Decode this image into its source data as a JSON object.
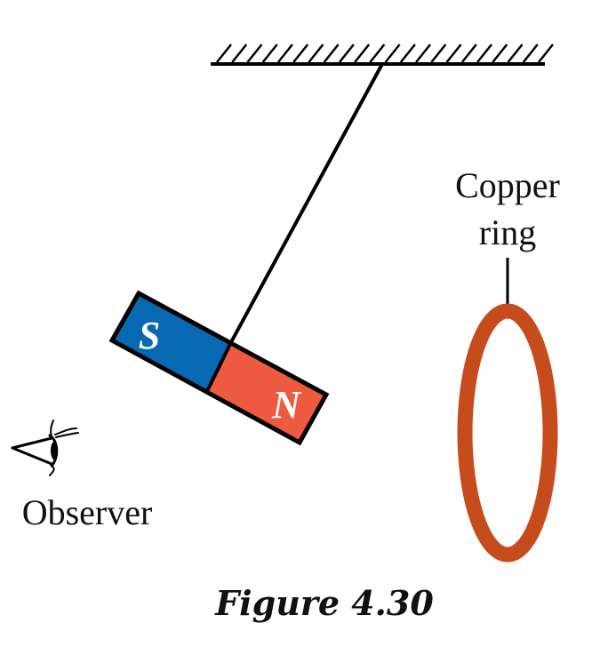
{
  "figure": {
    "caption": "Figure 4.30",
    "magnet": {
      "south_label": "S",
      "north_label": "N",
      "south_color": "#0669b2",
      "north_color": "#ee5a40"
    },
    "ring": {
      "label_line1": "Copper",
      "label_line2": "ring",
      "color": "#c64c1c"
    },
    "observer": {
      "label": "Observer"
    },
    "support": {
      "hatch_count": 22
    }
  }
}
